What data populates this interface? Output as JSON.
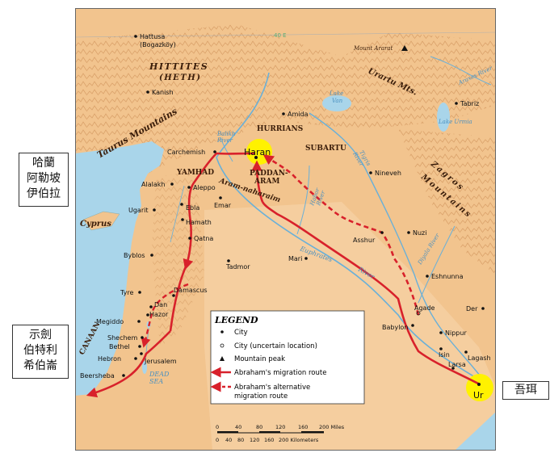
{
  "callouts": {
    "haran": [
      "哈蘭",
      "阿勒坡",
      "伊伯拉"
    ],
    "shechem": [
      "示劍",
      "伯特利",
      "希伯崙"
    ],
    "ur": "吾珥"
  },
  "map": {
    "grid_label": "40 E",
    "regions": {
      "hittites": "HITTITES",
      "heth": "(HETH)",
      "hurrians": "HURRIANS",
      "subartu": "SUBARTU",
      "yamhad": "YAMHAD",
      "paddan": "PADDAN-",
      "aram": "ARAM",
      "aram_naharaim": "Aram-naharaim",
      "canaan": "CANAAN",
      "cyprus": "Cyprus"
    },
    "mountains": {
      "taurus": "Taurus Mountains",
      "urartu": "Urartu Mts.",
      "zagros_1": "Zagros",
      "zagros_2": "Mountains",
      "ararat": "Mount Ararat"
    },
    "water": {
      "lake_van_1": "Lake",
      "lake_van_2": "Van",
      "lake_urmia": "Lake Urmia",
      "balikh_1": "Balikh",
      "balikh_2": "River",
      "habor_1": "Habor",
      "habor_2": "River",
      "tigris_1": "Tigris",
      "tigris_2": "River",
      "euphrates": "Euphrates",
      "river": "River",
      "diyala": "Diyala River",
      "araxes": "Araxes River",
      "dead_sea_1": "DEAD",
      "dead_sea_2": "SEA"
    },
    "cities": {
      "hattusa": "Hattusa",
      "bogazkoy": "(Bogazköy)",
      "kanish": "Kanish",
      "amida": "Amida",
      "tabriz": "Tabriz",
      "carchemish": "Carchemish",
      "haran": "Haran",
      "nineveh": "Nineveh",
      "alalakh": "Alalakh",
      "aleppo": "Aleppo",
      "emar": "Emar",
      "ugarit": "Ugarit",
      "ebla": "Ebla",
      "hamath": "Hamath",
      "qatna": "Qatna",
      "nuzi": "Nuzi",
      "asshur": "Asshur",
      "byblos": "Byblos",
      "tadmor": "Tadmor",
      "mari": "Mari",
      "eshnunna": "Eshnunna",
      "tyre": "Tyre",
      "damascus": "Damascus",
      "dan": "Dan",
      "hazor": "Hazor",
      "megiddo": "Megiddo",
      "shechem": "Shechem",
      "bethel": "Bethel",
      "hebron": "Hebron",
      "jerusalem": "Jerusalem",
      "beersheba": "Beersheba",
      "agade": "Agade",
      "der": "Der",
      "babylon": "Babylon",
      "nippur": "Nippur",
      "isin": "Isin",
      "lagash": "Lagash",
      "larsa": "Larsa",
      "ur": "Ur"
    },
    "legend": {
      "title": "LEGEND",
      "city": "City",
      "city_uncertain": "City (uncertain location)",
      "mountain_peak": "Mountain peak",
      "route": "Abraham's migration route",
      "alt_route_1": "Abraham's alternative",
      "alt_route_2": "migration route"
    },
    "scale": {
      "miles_ticks": [
        "0",
        "40",
        "80",
        "120",
        "160",
        "200 Miles"
      ],
      "km_ticks": [
        "0",
        "40",
        "80",
        "120",
        "160",
        "200 Kilometers"
      ]
    },
    "colors": {
      "route": "#d8212b",
      "highlight": "#fff200",
      "sea": "#a9d5ea",
      "land": "#f2c48e"
    }
  }
}
